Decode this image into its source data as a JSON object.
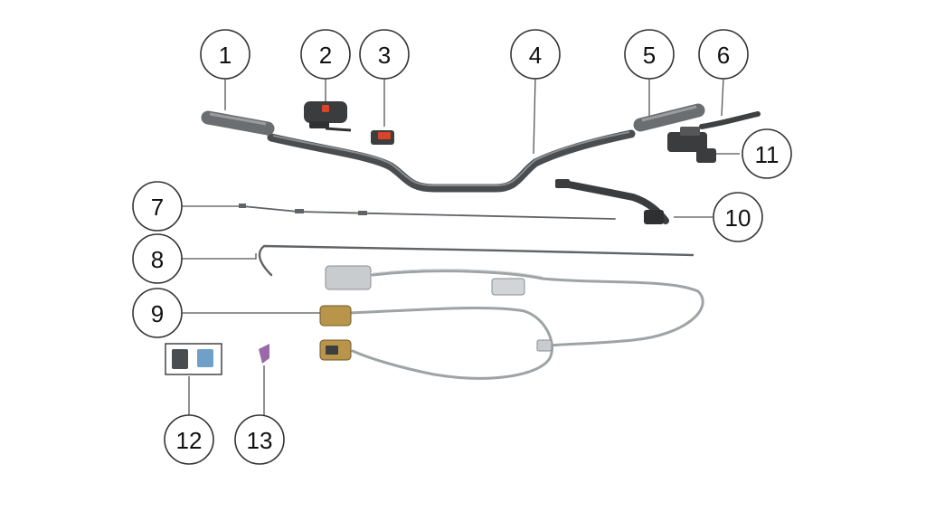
{
  "callouts": [
    {
      "id": "1",
      "label": "1"
    },
    {
      "id": "2",
      "label": "2"
    },
    {
      "id": "3",
      "label": "3"
    },
    {
      "id": "4",
      "label": "4"
    },
    {
      "id": "5",
      "label": "5"
    },
    {
      "id": "6",
      "label": "6"
    },
    {
      "id": "7",
      "label": "7"
    },
    {
      "id": "8",
      "label": "8"
    },
    {
      "id": "9",
      "label": "9"
    },
    {
      "id": "10",
      "label": "10"
    },
    {
      "id": "11",
      "label": "11"
    },
    {
      "id": "12",
      "label": "12"
    },
    {
      "id": "13",
      "label": "13"
    }
  ],
  "colors": {
    "handlebar": "#4a4d50",
    "grip": "#6b6e70",
    "switch_accent": "#d9442b",
    "caliper_gold": "#b8954a",
    "hose": "#9ea3a6",
    "pad_blue": "#6ea0c8",
    "clip_purple": "#9a6aa8"
  }
}
